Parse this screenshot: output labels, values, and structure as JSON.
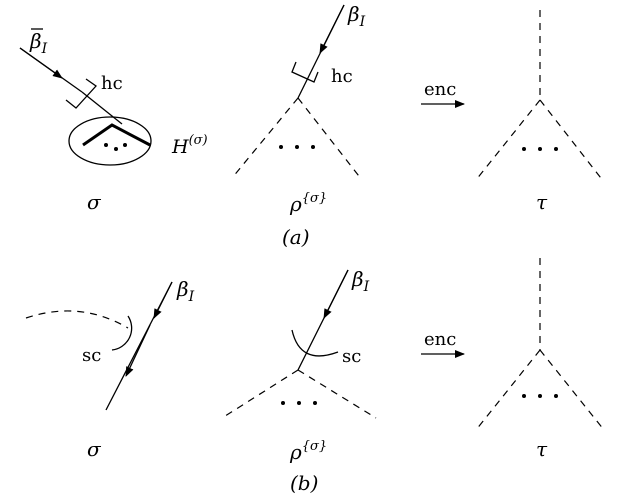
{
  "labels": {
    "beta_bar": "β",
    "beta": "β",
    "beta_sub": "I",
    "hc": "hc",
    "sc": "sc",
    "enc": "enc",
    "H": "H",
    "H_sup": "(σ)",
    "sigma": "σ",
    "rho": "ρ",
    "rho_sup": "{σ}",
    "tau": "τ",
    "panel_a": "(a)",
    "panel_b": "(b)"
  }
}
